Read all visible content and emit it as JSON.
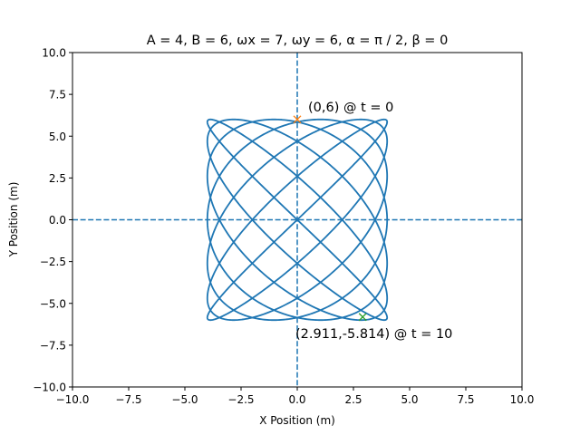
{
  "chart_data": {
    "type": "line",
    "title": "A = 4, B = 6, ωx = 7, ωy = 6, α = π / 2, β = 0",
    "xlabel": "X Position (m)",
    "ylabel": "Y Position (m)",
    "xlim": [
      -10,
      10
    ],
    "ylim": [
      -10,
      10
    ],
    "x_ticks": [
      -10,
      -7.5,
      -5,
      -2.5,
      0,
      2.5,
      5,
      7.5,
      10
    ],
    "y_ticks": [
      -10,
      -7.5,
      -5,
      -2.5,
      0,
      2.5,
      5,
      7.5,
      10
    ],
    "x_tick_labels": [
      "−10.0",
      "−7.5",
      "−5.0",
      "−2.5",
      "0.0",
      "2.5",
      "5.0",
      "7.5",
      "10.0"
    ],
    "y_tick_labels": [
      "−10.0",
      "−7.5",
      "−5.0",
      "−2.5",
      "0.0",
      "2.5",
      "5.0",
      "7.5",
      "10.0"
    ],
    "grid": false,
    "colors": {
      "curve": "#1f77b4",
      "reference_lines": "#1f77b4",
      "start_marker": "#ff7f0e",
      "end_marker": "#2ca02c"
    },
    "curve": {
      "type": "lissajous",
      "A": 4,
      "B": 6,
      "wx": 7,
      "wy": 6,
      "alpha": 1.5707963267948966,
      "beta": 0,
      "t_range": [
        0,
        10
      ]
    },
    "reference_lines": [
      {
        "orientation": "vertical",
        "x": 0,
        "style": "dashed"
      },
      {
        "orientation": "horizontal",
        "y": 0,
        "style": "dashed"
      }
    ],
    "points": [
      {
        "x": 0,
        "y": 6,
        "marker": "x",
        "label": "(0,6) @ t = 0"
      },
      {
        "x": 2.911,
        "y": -5.814,
        "marker": "x",
        "label": "(2.911,-5.814) @ t = 10"
      }
    ]
  }
}
